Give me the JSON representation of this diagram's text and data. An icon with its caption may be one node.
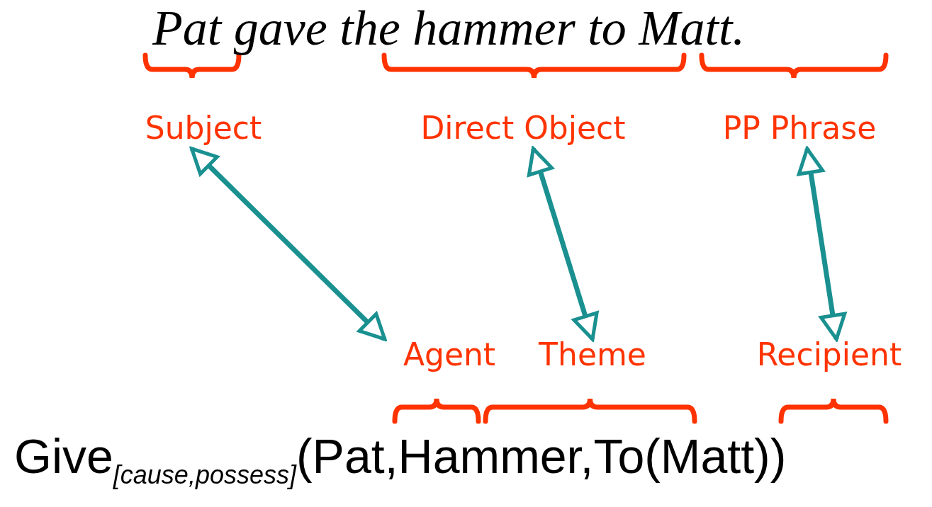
{
  "diagram": {
    "nodes": [
      {
        "text": [
          "Subject"
        ]
      },
      {
        "text": [
          "Direct Object"
        ]
      },
      {
        "text": [
          "PP Phrase"
        ]
      },
      {
        "text": [
          "Agent"
        ]
      },
      {
        "text": [
          "Theme"
        ]
      },
      {
        "text": [
          "Recipient"
        ]
      }
    ],
    "edges": [
      {
        "from": 0,
        "to": 3,
        "arrow": "both"
      },
      {
        "from": 1,
        "to": 4,
        "arrow": "both"
      },
      {
        "from": 2,
        "to": 5,
        "arrow": "both"
      }
    ],
    "labels": [
      "Pat gave the hammer to Matt.",
      "Give$_{[cause,possess]}$(Pat,Hammer,To(Matt))"
    ]
  }
}
